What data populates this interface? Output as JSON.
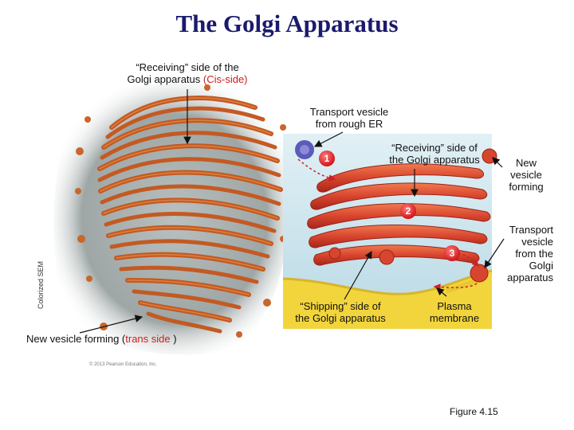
{
  "title": "The Golgi Apparatus",
  "labels": {
    "receiving_cis_line1": "“Receiving” side of the",
    "receiving_cis_line2_pre": "Golgi apparatus ",
    "receiving_cis_line2_red": "(Cis-side)",
    "transport_er_line1": "Transport vesicle",
    "transport_er_line2": "from rough ER",
    "receiving_line1": "“Receiving” side of",
    "receiving_line2": "the Golgi apparatus",
    "new_vesicle_line1": "New",
    "new_vesicle_line2": "vesicle",
    "new_vesicle_line3": "forming",
    "transport_golgi_line1": "Transport",
    "transport_golgi_line2": "vesicle",
    "transport_golgi_line3": "from the",
    "transport_golgi_line4": "Golgi",
    "transport_golgi_line5": "apparatus",
    "shipping_line1": "“Shipping” side of",
    "shipping_line2": "the Golgi apparatus",
    "plasma_line1": "Plasma",
    "plasma_line2": "membrane",
    "trans_pre": "New vesicle forming (",
    "trans_red": "trans side",
    "trans_post": " )",
    "sem": "Colorized SEM",
    "copyright": "© 2013 Pearson Education, Inc.",
    "figure": "Figure 4.15"
  },
  "steps": [
    "1",
    "2",
    "3"
  ],
  "colors": {
    "title": "#1a1a6e",
    "highlight": "#cc1f1f",
    "cisterna": "#d8452e",
    "cytoplasm": "#cfe6ef",
    "membrane": "#f2d53c"
  }
}
